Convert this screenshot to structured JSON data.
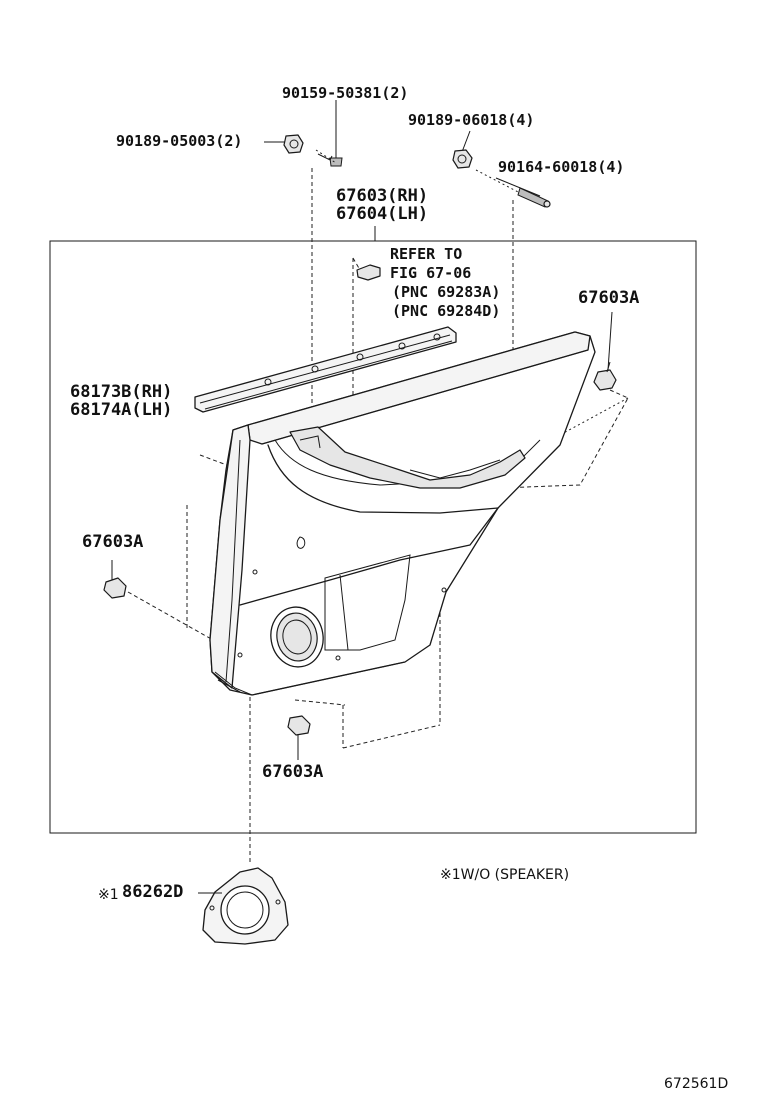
{
  "labels": {
    "bolt_top": "90159-50381(2)",
    "nut_left": "90189-05003(2)",
    "nut_right": "90189-06018(4)",
    "screw_right": "90164-60018(4)",
    "board_rh": "67603(RH)",
    "board_lh": "67604(LH)",
    "refer_line1": "REFER TO",
    "refer_line2": "FIG 67-06",
    "refer_line3": "(PNC 69283A)",
    "refer_line4": "(PNC 69284D)",
    "clip_right": "67603A",
    "strip_rh": "68173B(RH)",
    "strip_lh": "68174A(LH)",
    "clip_left": "67603A",
    "clip_bottom": "67603A",
    "ring_mark": "※1",
    "ring_part": "86262D",
    "note": "※1W/O (SPEAKER)",
    "figure_code": "672561D"
  }
}
